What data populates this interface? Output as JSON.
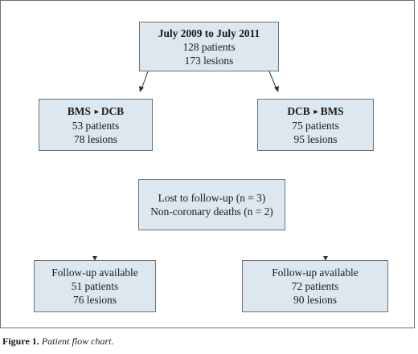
{
  "top_box": {
    "title": "July 2009 to July 2011",
    "patients": "128 patients",
    "lesions": "173 lesions"
  },
  "left_box": {
    "title_from": "BMS",
    "title_to": "DCB",
    "patients": "53 patients",
    "lesions": "78 lesions"
  },
  "right_box": {
    "title_from": "DCB",
    "title_to": "BMS",
    "patients": "75 patients",
    "lesions": "95 lesions"
  },
  "middle_box": {
    "lost": "Lost to follow-up (n = 3)",
    "deaths": "Non-coronary deaths (n = 2)"
  },
  "bottom_left_box": {
    "title": "Follow-up available",
    "patients": "51 patients",
    "lesions": "76 lesions"
  },
  "bottom_right_box": {
    "title": "Follow-up available",
    "patients": "72 patients",
    "lesions": "90 lesions"
  },
  "caption": {
    "label": "Figure 1.",
    "text": "Patient flow chart."
  },
  "icons": {
    "transition": "right-pointing-triangle"
  },
  "colors": {
    "box_fill": "#dce7ef",
    "box_border": "#6c7278"
  }
}
